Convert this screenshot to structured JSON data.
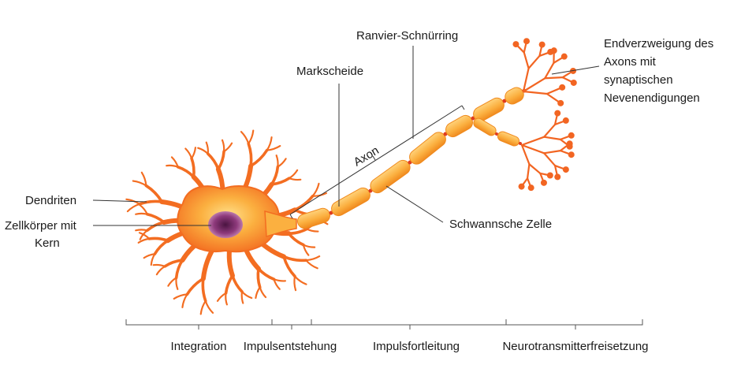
{
  "labels": {
    "dendrites": "Dendriten",
    "soma_line1": "Zellkörper mit",
    "soma_line2": "Kern",
    "myelin": "Markscheide",
    "ranvier": "Ranvier-Schnürring",
    "axon": "Axon",
    "schwann": "Schwannsche Zelle",
    "terminal_line1": "Endverzweigung des",
    "terminal_line2": "Axons mit",
    "terminal_line3": "synaptischen",
    "terminal_line4": "Nevenendigungen"
  },
  "stages": [
    "Integration",
    "Impulsentstehung",
    "Impulsfortleitung",
    "Neurotransmitterfreisetzung"
  ],
  "colors": {
    "cell_body": "#f9a01b",
    "cell_core": "#f36d21",
    "nucleus": "#8e3a7c",
    "schwann": "#fbb040",
    "ranvier_node": "#e03c1f",
    "terminal_bulb": "#f26522"
  }
}
